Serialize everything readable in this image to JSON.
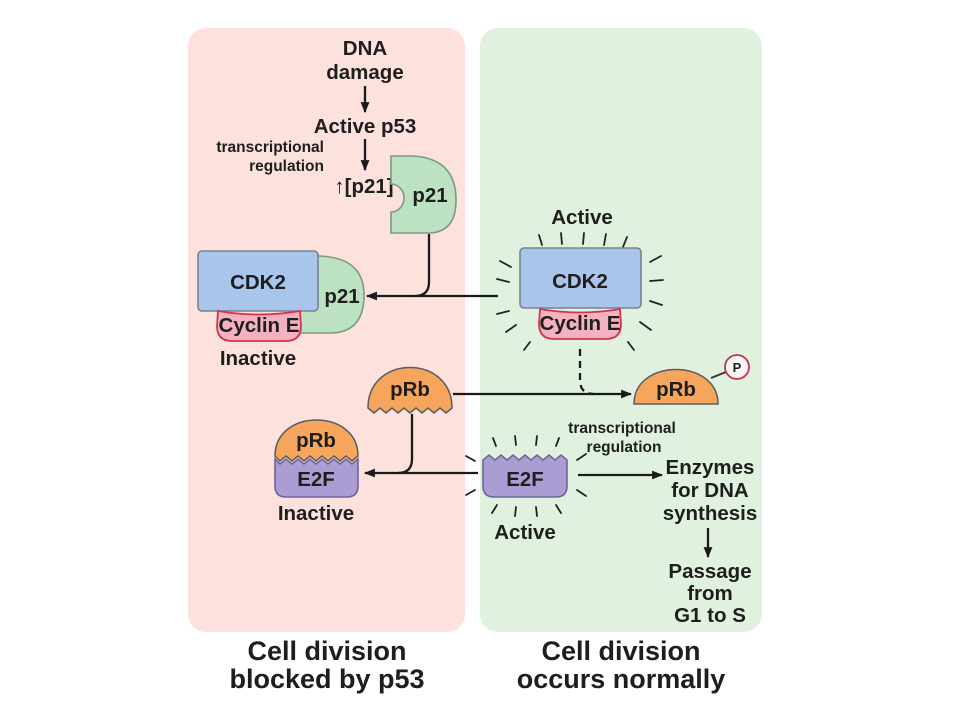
{
  "colors": {
    "panel_blocked": "#fce1dd",
    "panel_normal": "#e1f1e0",
    "cdk2": "#a9c5ec",
    "cyclin_e": "#f4b2c1",
    "p21": "#bde2c1",
    "prb": "#f6a65c",
    "e2f": "#a99dd4",
    "phosphate": "#fff6f6"
  },
  "blocked": {
    "trigger": {
      "line1": "DNA",
      "line2": "damage"
    },
    "active_p53": "Active p53",
    "regulation": {
      "line1": "transcriptional",
      "line2": "regulation"
    },
    "p21_increase": "↑[p21]",
    "free_p21": "p21",
    "cdk2_complex": {
      "cdk2": "CDK2",
      "p21": "p21",
      "cyclin": "Cyclin E",
      "state": "Inactive"
    },
    "free_prb": "pRb",
    "prb_e2f_complex": {
      "prb": "pRb",
      "e2f": "E2F",
      "state": "Inactive"
    },
    "caption": {
      "line1": "Cell division",
      "line2": "blocked by p53"
    }
  },
  "normal": {
    "cdk2_complex": {
      "state": "Active",
      "cdk2": "CDK2",
      "cyclin": "Cyclin E"
    },
    "phospho_prb": {
      "prb": "pRb",
      "phosphate": "P"
    },
    "regulation": {
      "line1": "transcriptional",
      "line2": "regulation"
    },
    "e2f": {
      "label": "E2F",
      "state": "Active"
    },
    "product": {
      "line1": "Enzymes",
      "line2": "for DNA",
      "line3": "synthesis"
    },
    "outcome": {
      "line1": "Passage",
      "line2": "from",
      "line3": "G1 to S"
    },
    "caption": {
      "line1": "Cell division",
      "line2": "occurs normally"
    }
  }
}
